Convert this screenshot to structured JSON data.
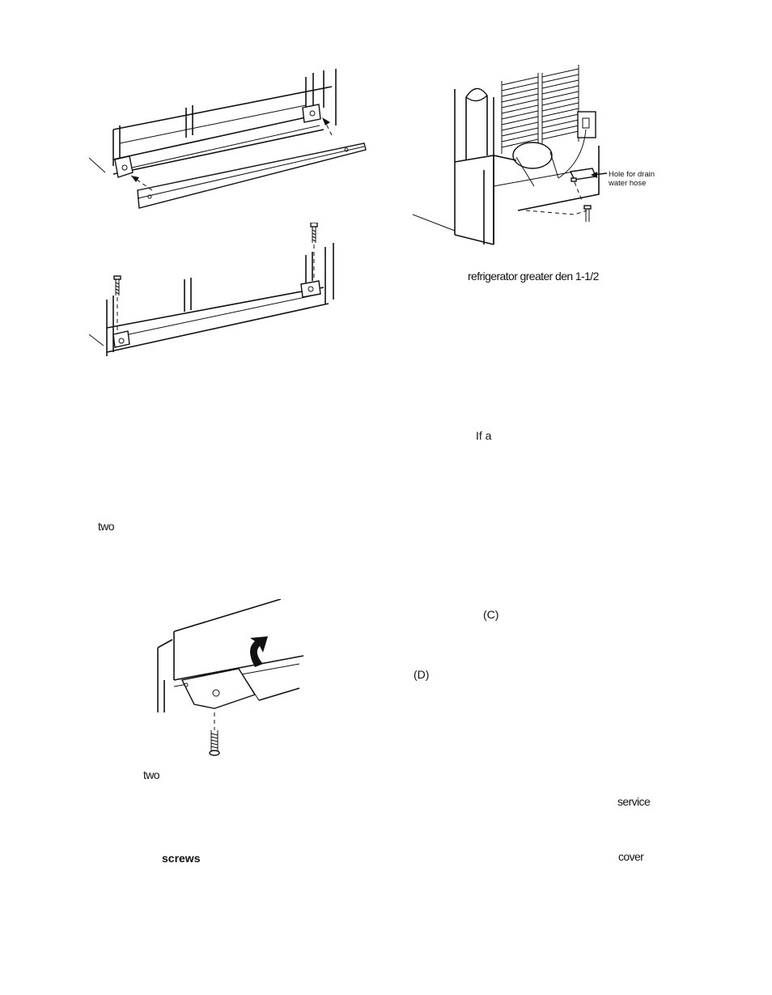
{
  "figures": {
    "fig_bracket_align": {
      "icon": "mounting-bracket-alignment-icon"
    },
    "fig_bracket_screwed": {
      "icon": "mounting-bracket-screws-icon"
    },
    "fig_rear_drain": {
      "icon": "refrigerator-rear-drain-icon",
      "callout_line1": "Hole for drain",
      "callout_line2": "water hose"
    },
    "fig_cover_lift": {
      "icon": "cover-lift-screw-icon"
    }
  },
  "text_fragments": {
    "refrigerator_line": "refrigerator greater den 1-1/2",
    "if_a": "If a",
    "two_1": "two",
    "c_label": "(C)",
    "d_label": "(D)",
    "two_2": "two",
    "service": "service",
    "screws": "screws",
    "cover": "cover"
  }
}
